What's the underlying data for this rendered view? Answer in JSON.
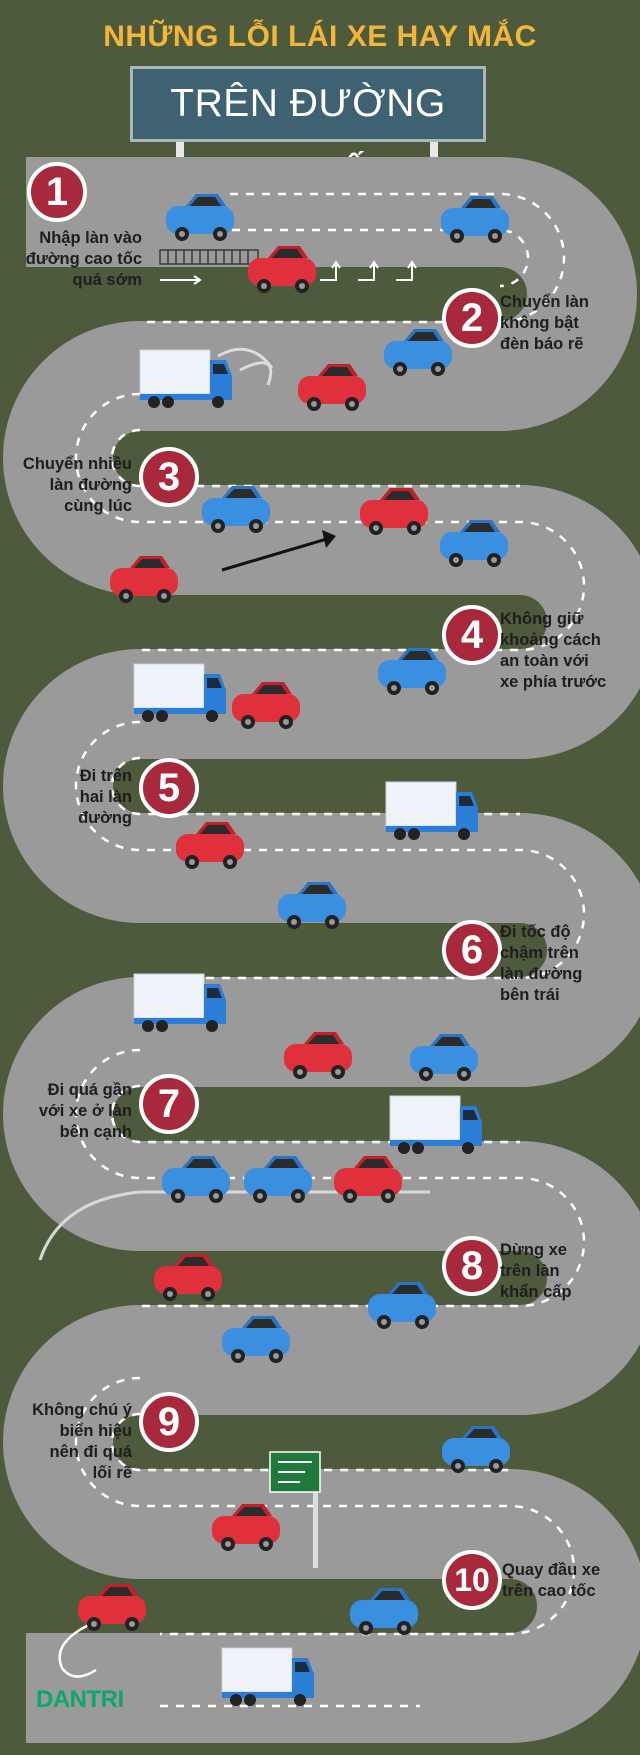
{
  "header": {
    "title_top": "NHỮNG LỖI LÁI XE HAY MẮC",
    "sign_text": "TRÊN ĐƯỜNG CAO TỐC"
  },
  "colors": {
    "background": "#4d5a3c",
    "road": "#9a9a9a",
    "badge": "#a8283c",
    "title": "#f3b63b",
    "car_red": "#e0303c",
    "car_blue": "#3a8fe0",
    "truck": "#e9eef5",
    "logo": "#0aa86a"
  },
  "mistakes": [
    {
      "number": "1",
      "caption": "Nhập làn vào\nđường cao tốc\nquá sớm"
    },
    {
      "number": "2",
      "caption": "Chuyển làn\nkhông bật\nđèn báo rẽ"
    },
    {
      "number": "3",
      "caption": "Chuyển nhiều\nlàn đường\ncùng lúc"
    },
    {
      "number": "4",
      "caption": "Không giữ\nkhoảng cách\nan toàn với\nxe phía trước"
    },
    {
      "number": "5",
      "caption": "Đi trên\nhai làn\nđường"
    },
    {
      "number": "6",
      "caption": "Đi tốc độ\nchậm trên\nlàn đường\nbên trái"
    },
    {
      "number": "7",
      "caption": "Đi quá gần\nvới xe ở làn\nbên cạnh"
    },
    {
      "number": "8",
      "caption": "Dừng xe\ntrên làn\nkhẩn cấp"
    },
    {
      "number": "9",
      "caption": "Không chú ý\nbiển hiệu\nnên đi quá\nlối rẽ"
    },
    {
      "number": "10",
      "caption": "Quay đầu xe\ntrên cao tốc"
    }
  ],
  "logo": "DANTRI"
}
